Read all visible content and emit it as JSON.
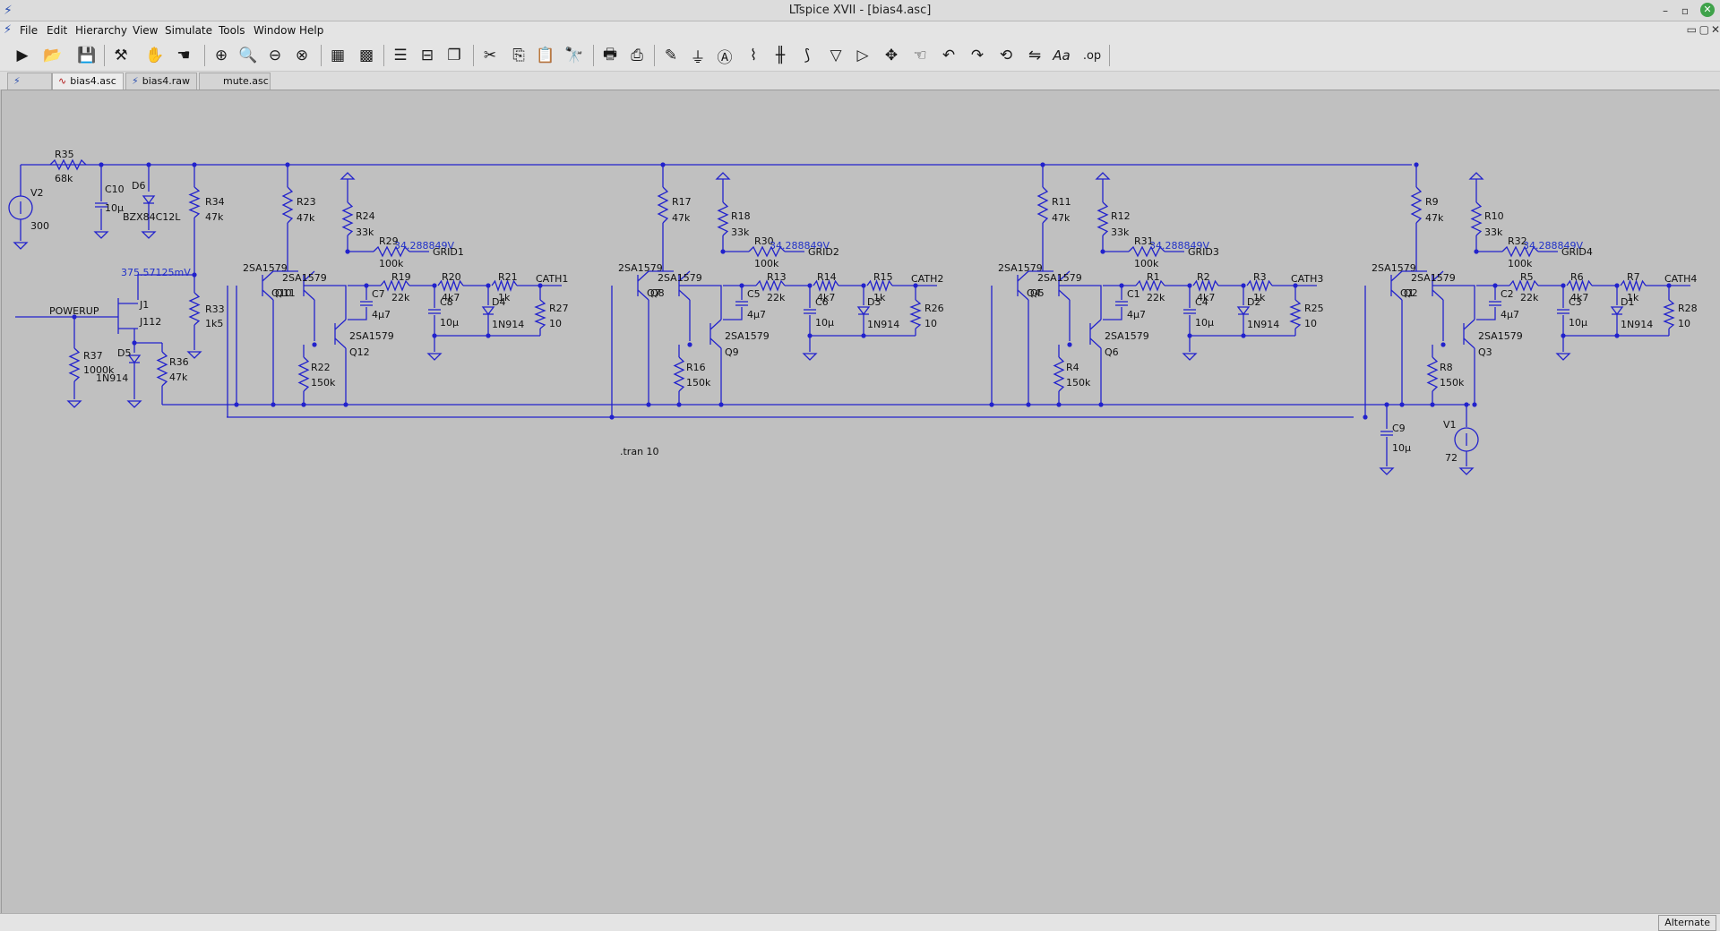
{
  "window": {
    "title": "LTspice XVII - [bias4.asc]",
    "minimize": "–",
    "restore": "▫",
    "close": "✕"
  },
  "menubar": {
    "items": [
      "File",
      "Edit",
      "Hierarchy",
      "View",
      "Simulate",
      "Tools",
      "Window",
      "Help"
    ]
  },
  "toolbar": {
    "text_glyph": "Aa",
    "op_glyph": ".op"
  },
  "tabs": [
    {
      "label": "bias4.asc",
      "active": true
    },
    {
      "label": "bias4.raw",
      "active": false
    },
    {
      "label": "mute.asc",
      "active": false
    }
  ],
  "statusbar": {
    "mode": "Alternate"
  },
  "schematic": {
    "directive": ".tran 10",
    "net_labels": {
      "powerup": "POWERUP"
    },
    "probe_values": {
      "gate_node": "375.57125mV",
      "grid_bias": "34.288849V"
    },
    "supply": {
      "v2": {
        "name": "V2",
        "value": "300"
      },
      "v1": {
        "name": "V1",
        "value": "72"
      },
      "r35": {
        "name": "R35",
        "value": "68k"
      },
      "c10": {
        "name": "C10",
        "value": "10µ"
      },
      "d6": {
        "name": "D6",
        "value": "BZX84C12L"
      },
      "r34": {
        "name": "R34",
        "value": "47k"
      },
      "r33": {
        "name": "R33",
        "value": "1k5"
      },
      "j1": {
        "name": "J1",
        "value": "J112"
      },
      "r37": {
        "name": "R37",
        "value": "1000k"
      },
      "d5": {
        "name": "D5",
        "value": "1N914"
      },
      "r36": {
        "name": "R36",
        "value": "47k"
      },
      "c9": {
        "name": "C9",
        "value": "10µ"
      }
    },
    "stages": [
      {
        "rtop": "R23",
        "rtop_val": "47k",
        "rpull": "R24",
        "rpull_val": "33k",
        "rgrid": "R29",
        "rgrid_val": "100k",
        "grid": "GRID1",
        "qa": "Q10",
        "qb": "Q11",
        "qc": "Q12",
        "qmodel": "2SA1579",
        "rbot": "R22",
        "rbot_val": "150k",
        "ccpl": "C7",
        "ccpl_val": "4µ7",
        "ra": "R19",
        "ra_val": "22k",
        "rb": "R20",
        "rb_val": "4k7",
        "rc": "R21",
        "rc_val": "1k",
        "cf": "C8",
        "cf_val": "10µ",
        "d": "D4",
        "d_val": "1N914",
        "rk": "R27",
        "rk_val": "10",
        "cath": "CATH1"
      },
      {
        "rtop": "R17",
        "rtop_val": "47k",
        "rpull": "R18",
        "rpull_val": "33k",
        "rgrid": "R30",
        "rgrid_val": "100k",
        "grid": "GRID2",
        "qa": "Q7",
        "qb": "Q8",
        "qc": "Q9",
        "qmodel": "2SA1579",
        "rbot": "R16",
        "rbot_val": "150k",
        "ccpl": "C5",
        "ccpl_val": "4µ7",
        "ra": "R13",
        "ra_val": "22k",
        "rb": "R14",
        "rb_val": "4k7",
        "rc": "R15",
        "rc_val": "1k",
        "cf": "C6",
        "cf_val": "10µ",
        "d": "D3",
        "d_val": "1N914",
        "rk": "R26",
        "rk_val": "10",
        "cath": "CATH2"
      },
      {
        "rtop": "R11",
        "rtop_val": "47k",
        "rpull": "R12",
        "rpull_val": "33k",
        "rgrid": "R31",
        "rgrid_val": "100k",
        "grid": "GRID3",
        "qa": "Q4",
        "qb": "Q5",
        "qc": "Q6",
        "qmodel": "2SA1579",
        "rbot": "R4",
        "rbot_val": "150k",
        "ccpl": "C1",
        "ccpl_val": "4µ7",
        "ra": "R1",
        "ra_val": "22k",
        "rb": "R2",
        "rb_val": "4k7",
        "rc": "R3",
        "rc_val": "1k",
        "cf": "C4",
        "cf_val": "10µ",
        "d": "D2",
        "d_val": "1N914",
        "rk": "R25",
        "rk_val": "10",
        "cath": "CATH3"
      },
      {
        "rtop": "R9",
        "rtop_val": "47k",
        "rpull": "R10",
        "rpull_val": "33k",
        "rgrid": "R32",
        "rgrid_val": "100k",
        "grid": "GRID4",
        "qa": "Q1",
        "qb": "Q2",
        "qc": "Q3",
        "qmodel": "2SA1579",
        "rbot": "R8",
        "rbot_val": "150k",
        "ccpl": "C2",
        "ccpl_val": "4µ7",
        "ra": "R5",
        "ra_val": "22k",
        "rb": "R6",
        "rb_val": "4k7",
        "rc": "R7",
        "rc_val": "1k",
        "cf": "C3",
        "cf_val": "10µ",
        "d": "D1",
        "d_val": "1N914",
        "rk": "R28",
        "rk_val": "10",
        "cath": "CATH4"
      }
    ]
  },
  "colors": {
    "wire": "#2222cc",
    "background": "#c0c0c0",
    "probe_text": "#2030c8"
  }
}
